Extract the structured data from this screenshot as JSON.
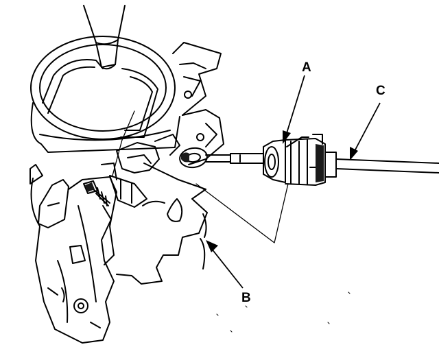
{
  "labels": {
    "a": "A",
    "b": "B",
    "c": "C"
  },
  "colors": {
    "ink": "#000000",
    "paper": "#ffffff",
    "dark_fill": "#1a1a1a"
  }
}
